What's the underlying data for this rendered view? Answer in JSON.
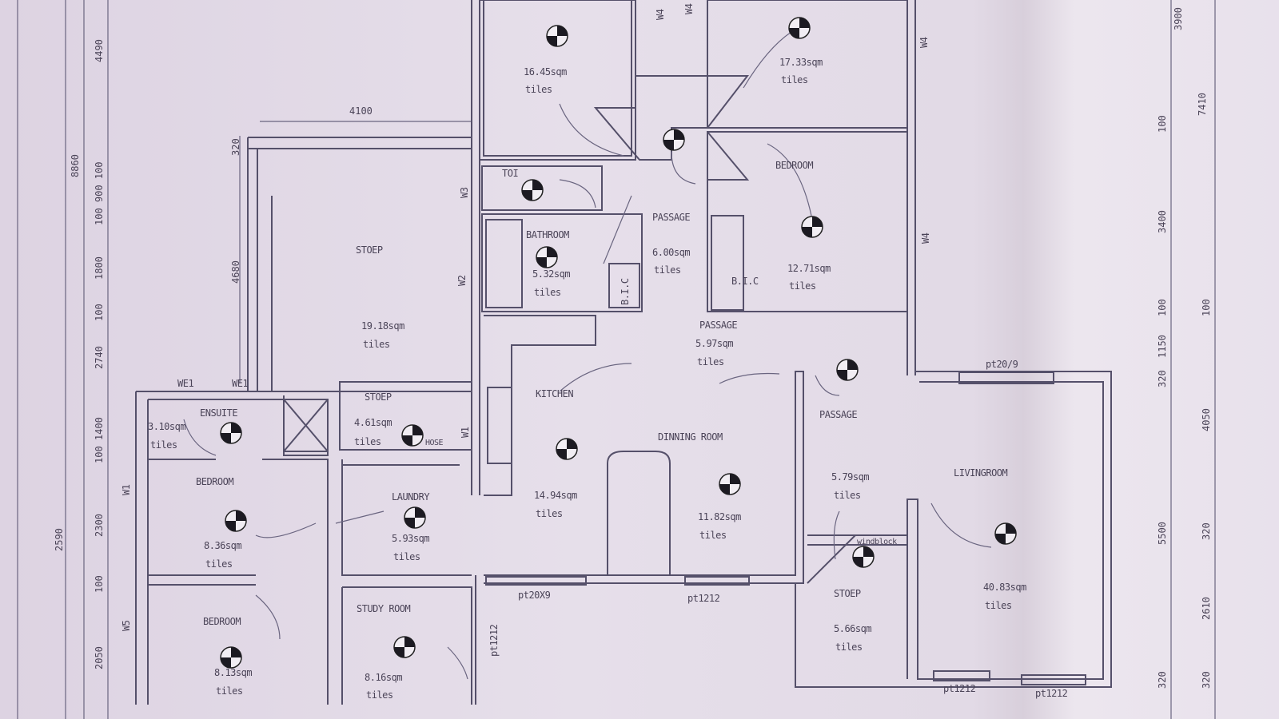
{
  "plan": {
    "rooms": {
      "bedroom_top_left": {
        "area": "16.45sqm",
        "finish": "tiles"
      },
      "bedroom_top_right": {
        "area": "17.33sqm",
        "finish": "tiles"
      },
      "bedroom_right": {
        "label": "BEDROOM",
        "area": "12.71sqm",
        "finish": "tiles",
        "bic": "B.I.C"
      },
      "passage_top": {
        "label": "PASSAGE",
        "area": "6.00sqm",
        "finish": "tiles"
      },
      "toilet": {
        "label": "TOI"
      },
      "bathroom": {
        "label": "BATHROOM",
        "area": "5.32sqm",
        "finish": "tiles",
        "bic": "B.I.C"
      },
      "stoep_top": {
        "label": "STOEP",
        "area": "19.18sqm",
        "finish": "tiles"
      },
      "passage_mid": {
        "label": "PASSAGE",
        "area": "5.97sqm",
        "finish": "tiles"
      },
      "kitchen": {
        "label": "KITCHEN",
        "area": "14.94sqm",
        "finish": "tiles"
      },
      "dining": {
        "label": "DINNING ROOM",
        "area": "11.82sqm",
        "finish": "tiles"
      },
      "passage_right": {
        "label": "PASSAGE",
        "area": "5.79sqm",
        "finish": "tiles"
      },
      "living": {
        "label": "LIVINGROOM",
        "area": "40.83sqm",
        "finish": "tiles"
      },
      "stoep_right": {
        "label": "STOEP",
        "area": "5.66sqm",
        "finish": "tiles",
        "windblock": "windblock"
      },
      "stoep_small": {
        "label": "STOEP",
        "area": "4.61sqm",
        "finish": "tiles",
        "hose": "HOSE"
      },
      "ensuite": {
        "label": "ENSUITE",
        "area": "3.10sqm",
        "finish": "tiles"
      },
      "bedroom_left": {
        "label": "BEDROOM",
        "area": "8.36sqm",
        "finish": "tiles"
      },
      "laundry": {
        "label": "LAUNDRY",
        "area": "5.93sqm",
        "finish": "tiles"
      },
      "bedroom_bottom": {
        "label": "BEDROOM",
        "area": "8.13sqm",
        "finish": "tiles"
      },
      "study": {
        "label": "STUDY ROOM",
        "area": "8.16sqm",
        "finish": "tiles"
      }
    },
    "windows": {
      "we1_a": "WE1",
      "we1_b": "WE1",
      "w1": "W1",
      "w2": "W2",
      "w3": "W3",
      "w1_left": "W1",
      "w5_left": "W5",
      "w4_top1": "W4",
      "w4_top2": "W4",
      "w4_right1": "W4",
      "w4_right2": "W4",
      "pt20_9": "pt20/9",
      "pt20x9": "pt20X9",
      "pt1212_a": "pt1212",
      "pt1212_b": "pt1212",
      "pt1212_c": "pt1212",
      "pt1212_study": "pt1212"
    },
    "dimensions": {
      "stoep_width": "4100",
      "stoep_depth": "4680",
      "stoep_wall": "320",
      "left": [
        "4490",
        "8860",
        "100 900 100",
        "1800",
        "100",
        "2740",
        "100 1400",
        "2590",
        "2300",
        "100",
        "2050"
      ],
      "right_inner": [
        "3900",
        "100",
        "3400",
        "100",
        "1150",
        "320",
        "5500",
        "320"
      ],
      "right_outer": [
        "7410",
        "100",
        "4050",
        "320",
        "2610",
        "320"
      ]
    }
  }
}
